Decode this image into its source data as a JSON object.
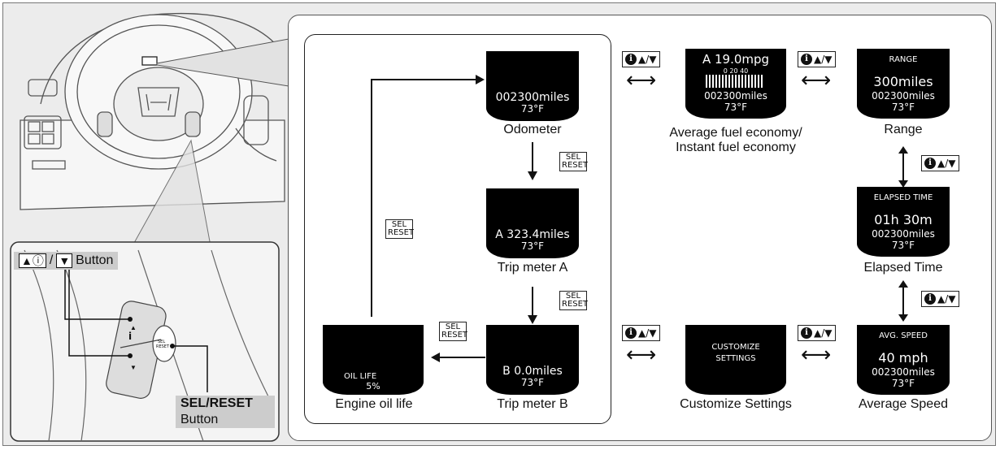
{
  "callouts": {
    "up_down_button": "Button",
    "sel_reset_bold": "SEL/RESET",
    "sel_reset_button": "Button"
  },
  "icons": {
    "up_info": "▲ⓘ",
    "slash": "/",
    "down": "▼"
  },
  "sel_reset": "SEL RESET",
  "info_button": {
    "label": "▲/▼",
    "icon": "info-icon"
  },
  "displays": {
    "odometer": {
      "line1": "002300miles",
      "line2": "73°F",
      "caption": "Odometer"
    },
    "trip_a": {
      "line1": "A  323.4miles",
      "line2": "73°F",
      "caption": "Trip meter A"
    },
    "trip_b": {
      "line1": "B      0.0miles",
      "line2": "73°F",
      "caption": "Trip meter B"
    },
    "oil_life": {
      "line1": "OIL LIFE",
      "line2": "5%",
      "caption": "Engine oil life"
    },
    "avg_fuel": {
      "line1": "A  19.0mpg",
      "scale": "0    20    40",
      "line2": "002300miles",
      "line3": "73°F",
      "caption1": "Average fuel economy/",
      "caption2": "Instant fuel economy"
    },
    "range": {
      "title": "RANGE",
      "big": "300miles",
      "line2": "002300miles",
      "line3": "73°F",
      "caption": "Range"
    },
    "elapsed": {
      "title": "ELAPSED TIME",
      "big": "01h 30m",
      "line2": "002300miles",
      "line3": "73°F",
      "caption": "Elapsed Time"
    },
    "avg_speed": {
      "title": "AVG. SPEED",
      "big": "40 mph",
      "line2": "002300miles",
      "line3": "73°F",
      "caption": "Average Speed"
    },
    "customize": {
      "line1": "CUSTOMIZE",
      "line2": "SETTINGS",
      "caption": "Customize Settings"
    }
  },
  "colors": {
    "background": "#ececec",
    "display": "#000000",
    "label_bg": "#cccccc"
  }
}
